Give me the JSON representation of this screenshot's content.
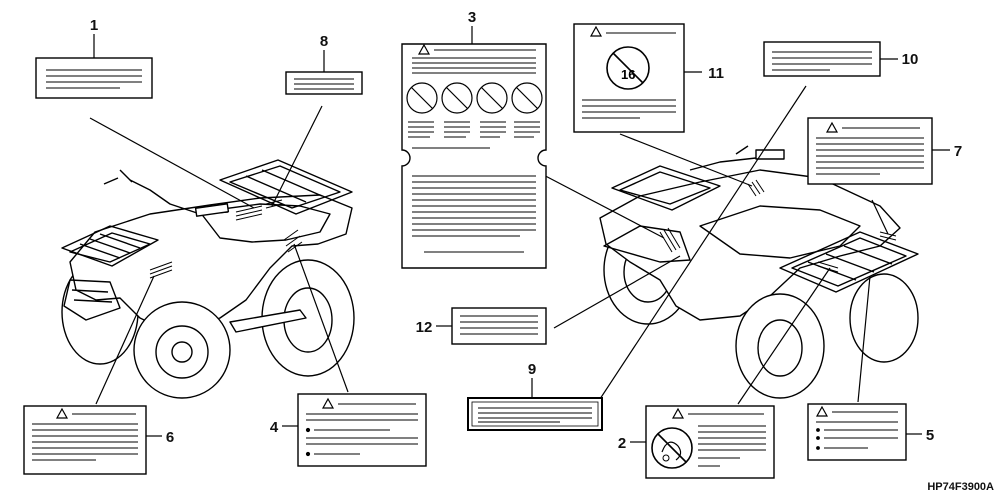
{
  "diagram": {
    "part_code": "HP74F3900A",
    "callouts": [
      {
        "id": "1"
      },
      {
        "id": "2"
      },
      {
        "id": "3"
      },
      {
        "id": "4"
      },
      {
        "id": "5"
      },
      {
        "id": "6"
      },
      {
        "id": "7"
      },
      {
        "id": "8"
      },
      {
        "id": "9"
      },
      {
        "id": "10"
      },
      {
        "id": "11"
      },
      {
        "id": "12"
      }
    ]
  }
}
